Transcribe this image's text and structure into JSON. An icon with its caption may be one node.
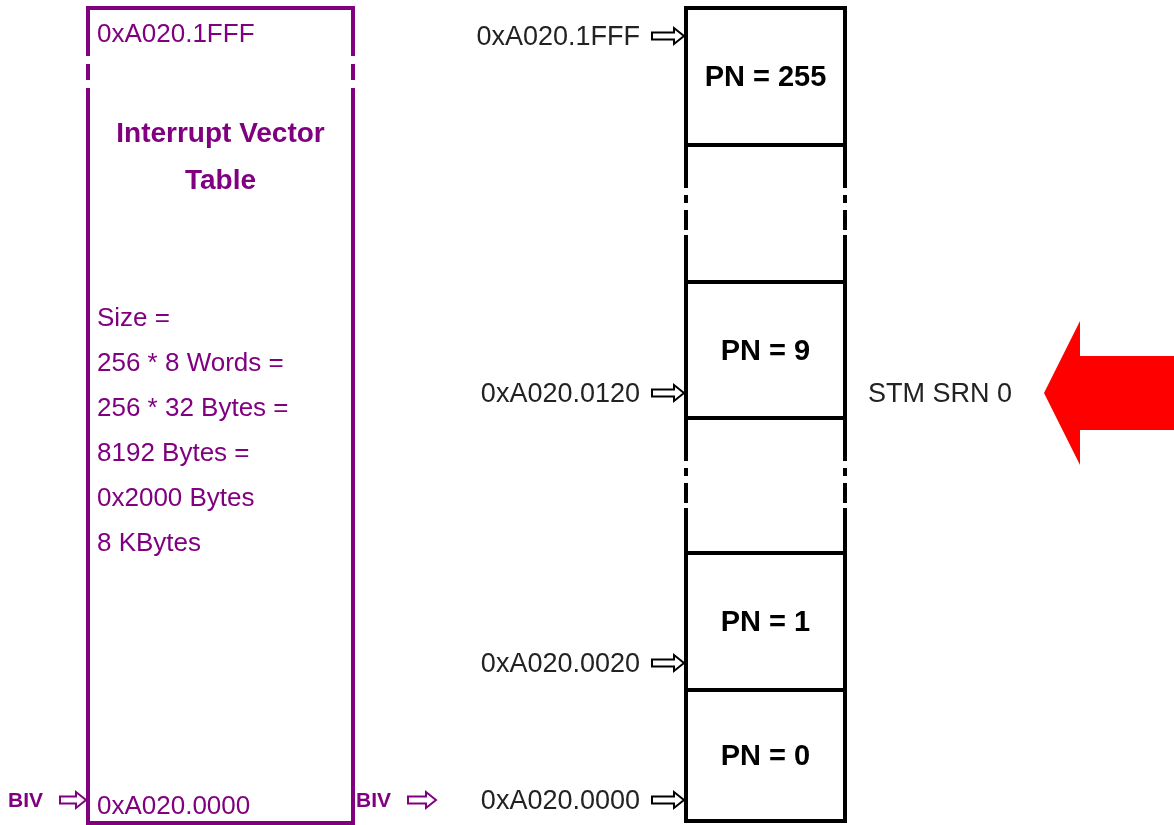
{
  "diagram": {
    "nodes": [
      {
        "text": [
          "0xA020.1FFF",
          "Interrupt Vector Table",
          "Size =",
          "256 * 8 Words =",
          "256 * 32 Bytes =",
          "8192 Bytes =",
          "0x2000 Bytes",
          "8 KBytes",
          "0xA020.0000"
        ]
      },
      {
        "text": [
          "0xA020.1FFF"
        ]
      },
      {
        "text": [
          "PN = 255"
        ]
      },
      {
        "text": [],
        "shape": "box"
      },
      {
        "text": [
          "PN = 9"
        ]
      },
      {
        "text": [
          "0xA020.0120"
        ]
      },
      {
        "text": [
          "STM SRN 0"
        ]
      },
      {
        "text": [],
        "shape": "box"
      },
      {
        "text": [
          "PN = 1"
        ]
      },
      {
        "text": [
          "0xA020.0020"
        ]
      },
      {
        "text": [
          "BIV"
        ]
      },
      {
        "text": [
          "BIV"
        ]
      },
      {
        "text": [
          "0xA020.0000"
        ]
      },
      {
        "text": [
          "PN = 0"
        ]
      }
    ],
    "edges": [
      {
        "from": 1,
        "to": 2,
        "arrow": "to"
      },
      {
        "from": 5,
        "to": 4,
        "arrow": "to"
      },
      {
        "from": null,
        "to": 6,
        "arrow": "to",
        "style": "thick",
        "color": "#ff0000"
      },
      {
        "from": 9,
        "to": 8,
        "arrow": "to"
      },
      {
        "from": 10,
        "to": 0,
        "arrow": "to",
        "color": "#800080"
      },
      {
        "from": 11,
        "to": 12,
        "arrow": "to",
        "color": "#800080"
      },
      {
        "from": 12,
        "to": 13,
        "arrow": "to"
      }
    ]
  }
}
